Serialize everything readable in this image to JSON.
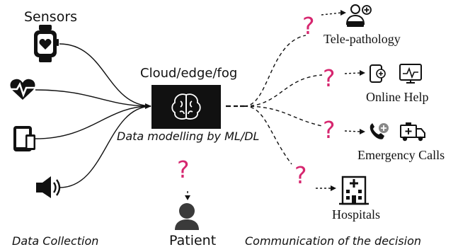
{
  "labels": {
    "sensors": "Sensors",
    "hub_title": "Cloud/edge/fog",
    "hub_caption": "Data modelling by ML/DL",
    "data_collection": "Data Collection",
    "patient": "Patient",
    "communication": "Communication of the decision",
    "telepathology": "Tele-pathology",
    "online_help": "Online Help",
    "emergency_calls": "Emergency Calls",
    "hospitals": "Hospitals"
  },
  "question_mark": "?",
  "colors": {
    "question": "#d6266f",
    "hub_box": "#111111",
    "icon": "#111111",
    "patient_icon": "#3a3a3a"
  },
  "icons": {
    "sensors": [
      "smartwatch-icon",
      "heartbeat-icon",
      "tablet-icon",
      "speaker-icon"
    ],
    "hub": "brain-icon",
    "outputs": [
      "doctor-icon",
      "mobile-health-icon",
      "monitor-ecg-icon",
      "phone-plus-icon",
      "ambulance-icon",
      "hospital-icon",
      "person-icon"
    ]
  }
}
